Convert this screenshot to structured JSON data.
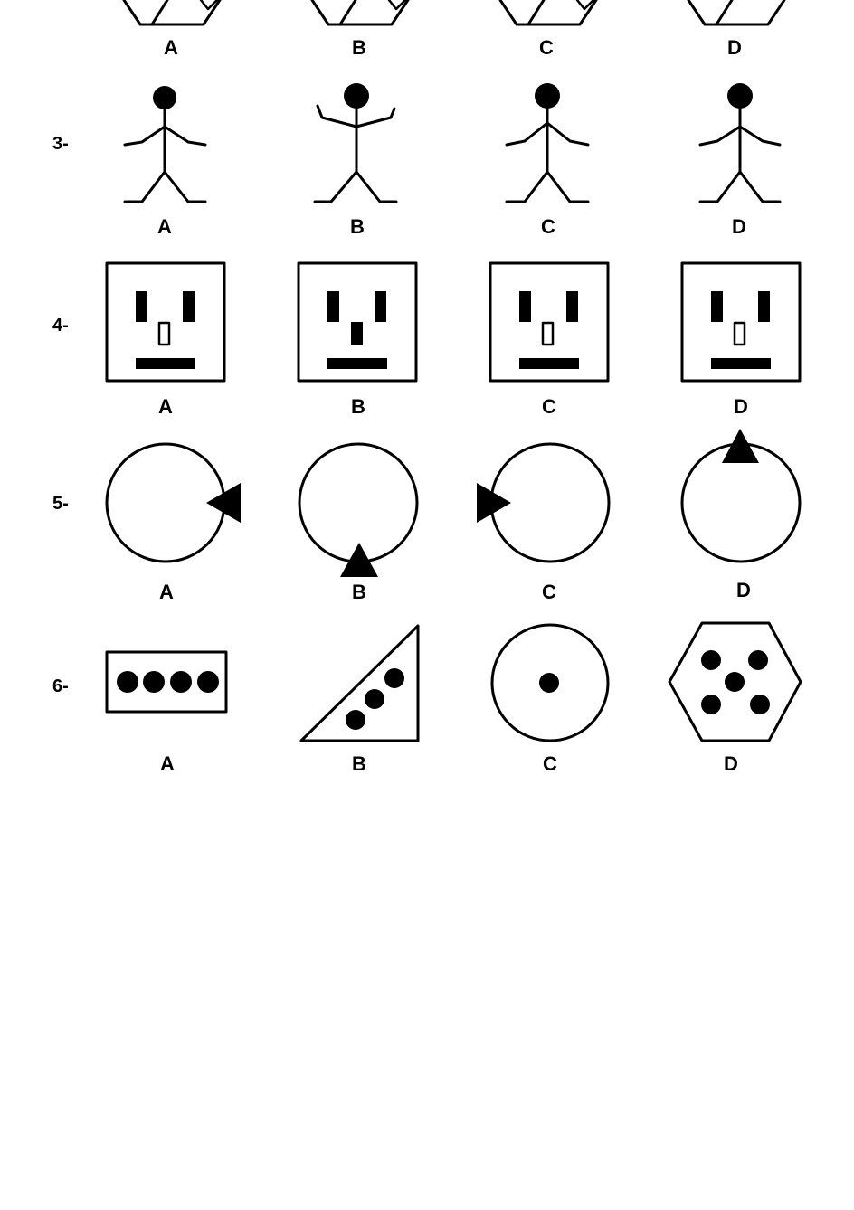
{
  "questions": [
    {
      "number": "",
      "options": [
        "A",
        "B",
        "C",
        "D"
      ]
    },
    {
      "number": "3-",
      "options": [
        "A",
        "B",
        "C",
        "D"
      ]
    },
    {
      "number": "4-",
      "options": [
        "A",
        "B",
        "C",
        "D"
      ]
    },
    {
      "number": "5-",
      "options": [
        "A",
        "B",
        "C",
        "D"
      ]
    },
    {
      "number": "6-",
      "options": [
        "A",
        "B",
        "C",
        "D"
      ]
    }
  ],
  "colors": {
    "ink": "#000000",
    "paper": "#ffffff"
  }
}
